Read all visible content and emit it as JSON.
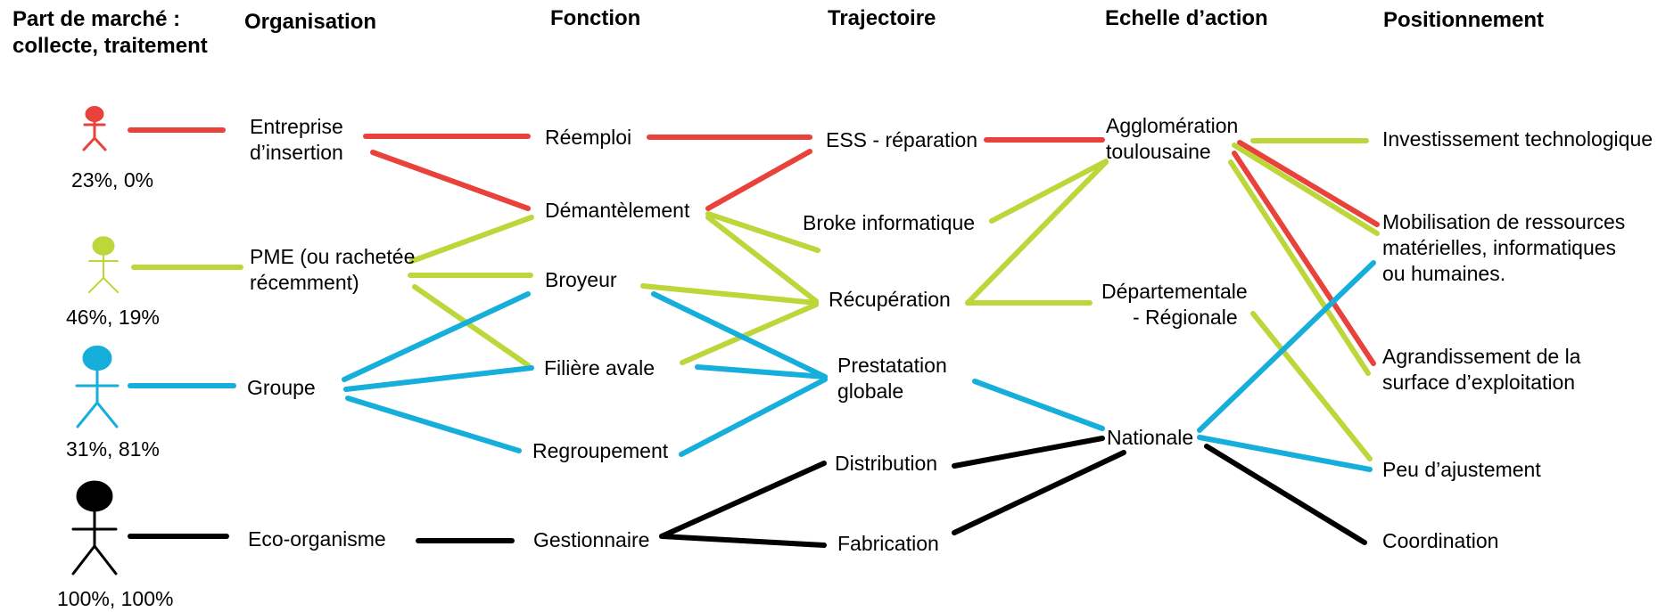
{
  "headers": {
    "market_share": [
      "Part de marché :",
      "collecte, traitement"
    ],
    "organisation": "Organisation",
    "fonction": "Fonction",
    "trajectoire": "Trajectoire",
    "echelle": "Echelle d’action",
    "positionnement": "Positionnement"
  },
  "actors": [
    {
      "color": "#e8423a",
      "share": "23%, 0%"
    },
    {
      "color": "#bdd63a",
      "share": "46%, 19%"
    },
    {
      "color": "#16aedb",
      "share": "31%, 81%"
    },
    {
      "color": "#000000",
      "share": "100%, 100%"
    }
  ],
  "organisation": [
    [
      "Entreprise",
      "d’insertion"
    ],
    [
      "PME (ou rachetée",
      " récemment)"
    ],
    [
      "Groupe"
    ],
    [
      "Eco-organisme"
    ]
  ],
  "fonction": [
    "Réemploi",
    "Démantèlement",
    "Broyeur",
    "Filière avale",
    "Regroupement",
    "Gestionnaire"
  ],
  "trajectoire": [
    [
      "ESS - réparation"
    ],
    [
      "Broke  informatique"
    ],
    [
      "Récupération"
    ],
    [
      "Prestatation",
      "globale"
    ],
    [
      "Distribution"
    ],
    [
      "Fabrication"
    ]
  ],
  "echelle": [
    [
      "Agglomération",
      "toulousaine"
    ],
    [
      "Départementale",
      "- Régionale"
    ],
    [
      "Nationale"
    ]
  ],
  "positionnement": [
    [
      "Investissement technologique"
    ],
    [
      "Mobilisation de ressources",
      "matérielles, informatiques",
      "ou humaines."
    ],
    [
      "Agrandissement de la",
      "surface d’exploitation"
    ],
    [
      "Peu d’ajustement"
    ],
    [
      "Coordination"
    ]
  ],
  "colors": {
    "red": "#e8423a",
    "green": "#bdd63a",
    "blue": "#16aedb",
    "black": "#000000"
  }
}
